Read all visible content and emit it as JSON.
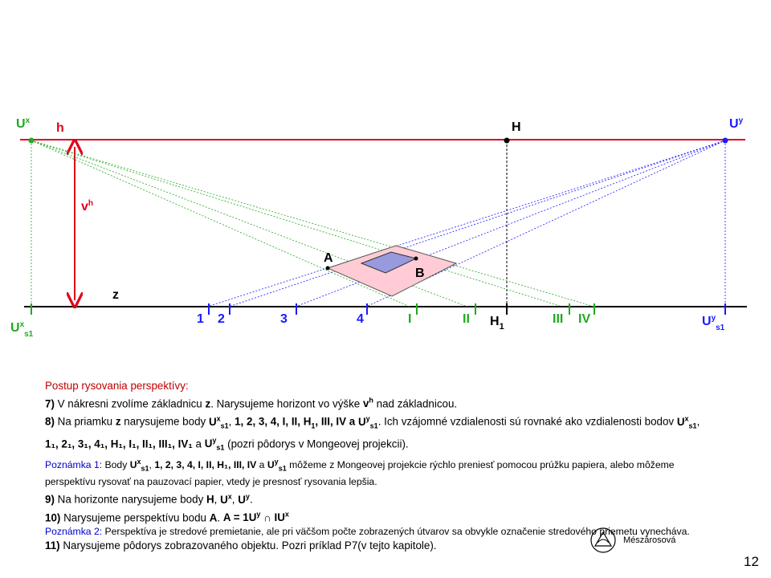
{
  "labels": {
    "ux": {
      "main": "U",
      "sup": "x"
    },
    "uy": {
      "main": "U",
      "sup": "y"
    },
    "h": "h",
    "H": "H",
    "vh": {
      "main": "v",
      "sup": "h"
    },
    "A": "A",
    "B": "B",
    "z": "z",
    "uxs1": {
      "main": "U",
      "sup": "x",
      "sub": "s1"
    },
    "uys1": {
      "main": "U",
      "sup": "y",
      "sub": "s1"
    },
    "H1": {
      "main": "H",
      "sub": "1"
    },
    "blue_points": [
      "1",
      "2",
      "3",
      "4"
    ],
    "green_points": [
      "I",
      "II",
      "III",
      "IV"
    ]
  },
  "colors": {
    "red": "#e0001b",
    "blue": "#1a1aff",
    "green": "#22a822",
    "black": "#000000",
    "fill_pink": "#ffccd5",
    "fill_blue": "#9999dd"
  },
  "text": {
    "heading": "Postup rysovania perspektívy:",
    "s7": {
      "num": "7)",
      "t1": " V nákresni zvolíme základnicu ",
      "z": "z",
      "t2": ". Narysujeme horizont vo výške ",
      "v": "v",
      "vsup": "h",
      "t3": " nad základnicou."
    },
    "s8": {
      "num": "8)",
      "t1": " Na priamku ",
      "z": "z",
      "t2": " narysujeme body ",
      "list1": "1, 2, 3, 4, I, II, H",
      "t3": ", III, IV a ",
      "t4": ". Ich vzájomné vzdialenosti sú rovnaké ako vzdialenosti bodov ",
      "list2": "1₁, 2₁, 3₁, 4₁, H₁, I₁, II₁, III₁, IV₁",
      "t5": " a ",
      "t6": " (pozri pôdorys v Mongeovej projekcii)."
    },
    "n1": {
      "label": "Poznámka 1:",
      "t1": " Body ",
      "list": "1, 2, 3, 4, I, II, H₁, III, IV",
      "t2": " a ",
      "t3": " môžeme z Mongeovej projekcie rýchlo preniesť pomocou prúžku papiera, alebo môžeme perspektívu rysovať na pauzovací papier, vtedy je presnosť rysovania lepšia."
    },
    "s9": {
      "num": "9)",
      "t1": " Na horizonte narysujeme body ",
      "H": "H",
      "sep": ", ",
      "end": "."
    },
    "s10": {
      "num": "10)",
      "t1": " Narysujeme perspektívu bodu ",
      "A": "A",
      "t2": ".  ",
      "formula": "A = 1U",
      "cap": " ∩ ",
      "formula2": "IU"
    },
    "n2": {
      "label": "Poznámka 2:",
      "t1": " Perspektíva je stredové premietanie, ale pri väčšom počte zobrazených útvarov sa obvykle označenie stredového priemetu vynecháva."
    },
    "s11": {
      "num": "11)",
      "t1": " Narysujeme pôdorys zobrazovaného objektu. Pozri príklad P7(v tejto kapitole)."
    }
  },
  "author": "Mészárosová",
  "page_number": "12"
}
